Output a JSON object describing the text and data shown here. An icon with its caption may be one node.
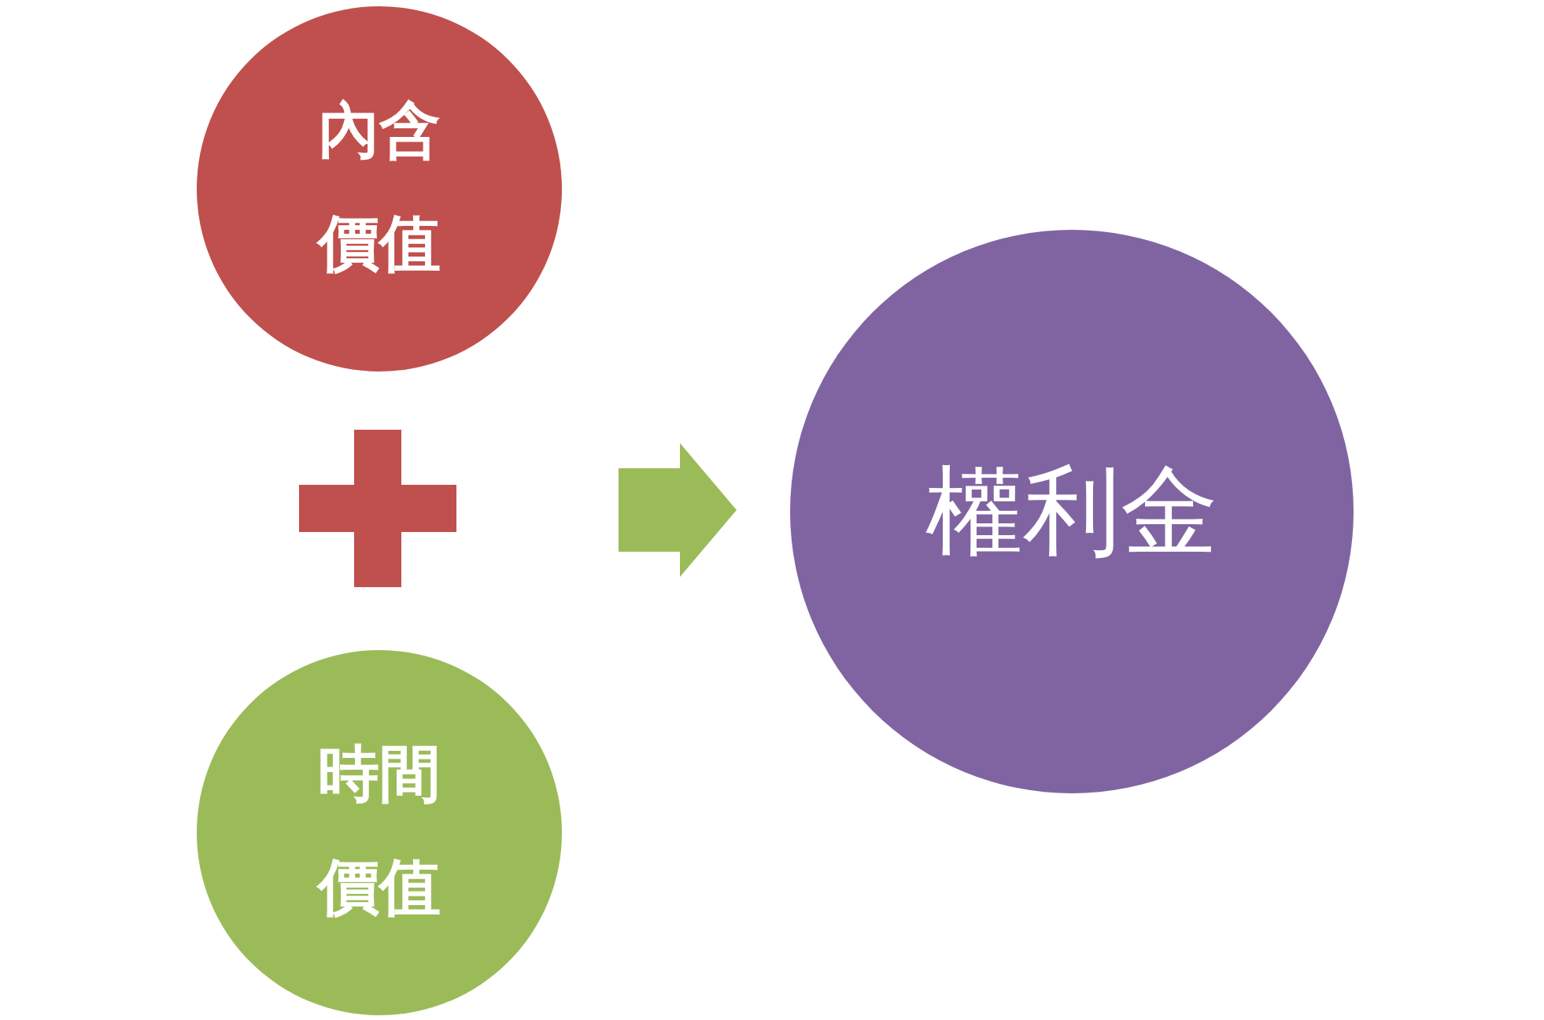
{
  "diagram": {
    "nodes": [
      {
        "text": [
          "內含價值"
        ]
      },
      {
        "text": [
          "時間價值"
        ]
      },
      {
        "text": [
          "權利金"
        ]
      }
    ],
    "edges": [
      {
        "from": null,
        "to": 2,
        "arrow": "to"
      }
    ]
  }
}
